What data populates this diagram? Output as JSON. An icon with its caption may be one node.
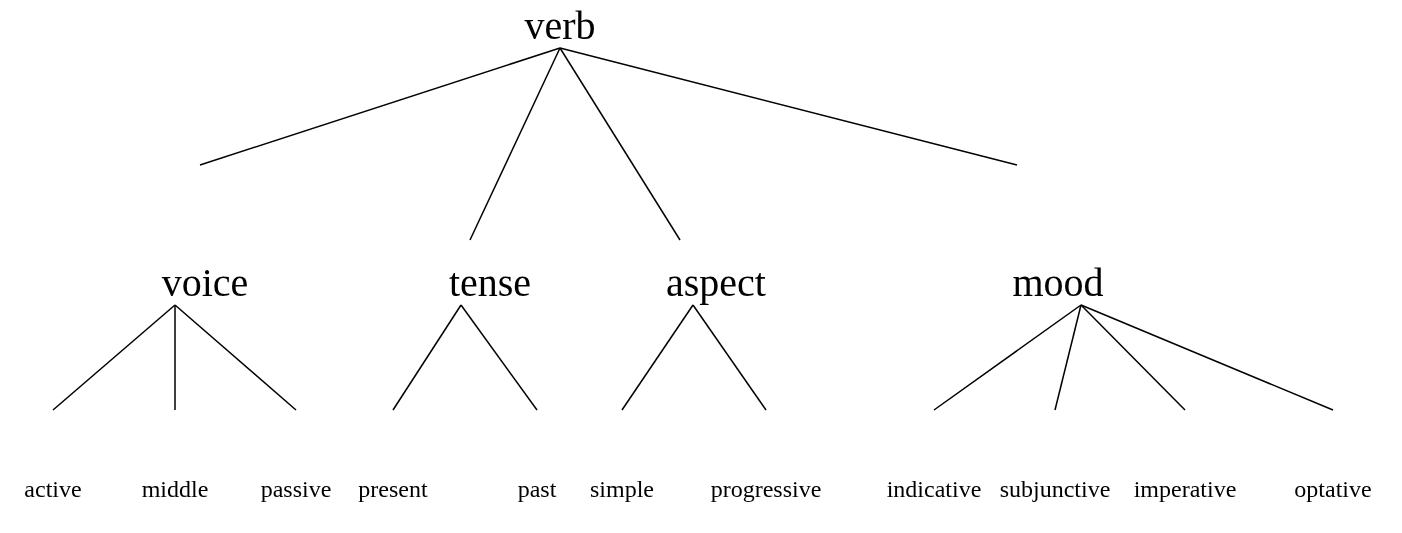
{
  "diagram": {
    "nodes": [
      {
        "text": [
          "verb"
        ]
      },
      {
        "text": [
          "voice"
        ]
      },
      {
        "text": [
          "tense"
        ]
      },
      {
        "text": [
          "aspect"
        ]
      },
      {
        "text": [
          "mood"
        ]
      },
      {
        "text": [
          "active"
        ]
      },
      {
        "text": [
          "middle"
        ]
      },
      {
        "text": [
          "passive"
        ]
      },
      {
        "text": [
          "present"
        ]
      },
      {
        "text": [
          "past"
        ]
      },
      {
        "text": [
          "simple"
        ]
      },
      {
        "text": [
          "progressive"
        ]
      },
      {
        "text": [
          "indicative"
        ]
      },
      {
        "text": [
          "subjunctive"
        ]
      },
      {
        "text": [
          "imperative"
        ]
      },
      {
        "text": [
          "optative"
        ]
      }
    ],
    "edges": [
      {
        "from": 0,
        "to": 1,
        "arrow": "none"
      },
      {
        "from": 0,
        "to": 2,
        "arrow": "none"
      },
      {
        "from": 0,
        "to": 3,
        "arrow": "none"
      },
      {
        "from": 0,
        "to": 4,
        "arrow": "none"
      },
      {
        "from": 1,
        "to": 5,
        "arrow": "none"
      },
      {
        "from": 1,
        "to": 6,
        "arrow": "none"
      },
      {
        "from": 1,
        "to": 7,
        "arrow": "none"
      },
      {
        "from": 2,
        "to": 8,
        "arrow": "none"
      },
      {
        "from": 2,
        "to": 9,
        "arrow": "none"
      },
      {
        "from": 3,
        "to": 10,
        "arrow": "none"
      },
      {
        "from": 3,
        "to": 11,
        "arrow": "none"
      },
      {
        "from": 4,
        "to": 12,
        "arrow": "none"
      },
      {
        "from": 4,
        "to": 13,
        "arrow": "none"
      },
      {
        "from": 4,
        "to": 14,
        "arrow": "none"
      },
      {
        "from": 4,
        "to": 15,
        "arrow": "none"
      }
    ]
  }
}
